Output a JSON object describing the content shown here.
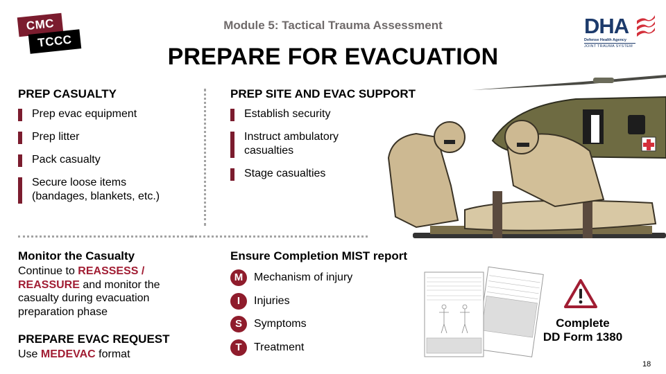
{
  "header": {
    "logo_left": {
      "line1": "CMC",
      "line2": "TCCC"
    },
    "logo_right": {
      "letters": "DHA",
      "subtitle1": "Defense Health Agency",
      "subtitle2": "JOINT TRAUMA SYSTEM"
    },
    "module_title": "Module 5: Tactical Trauma Assessment",
    "main_title": "PREPARE FOR EVACUATION"
  },
  "prep_casualty": {
    "heading": "PREP CASUALTY",
    "items": [
      {
        "label": "Prep evac equipment"
      },
      {
        "label": "Prep litter"
      },
      {
        "label": "Pack casualty"
      },
      {
        "label": "Secure loose items (bandages, blankets, etc.)"
      }
    ]
  },
  "prep_site": {
    "heading": "PREP SITE AND EVAC SUPPORT",
    "items": [
      {
        "label": "Establish security"
      },
      {
        "label": "Instruct ambulatory casualties"
      },
      {
        "label": "Stage casualties"
      }
    ]
  },
  "monitor": {
    "heading": "Monitor the Casualty",
    "text_pre": "Continue to ",
    "text_highlight": "REASSESS / REASSURE",
    "text_post": " and monitor the casualty during evacuation preparation phase"
  },
  "evac_request": {
    "heading": "PREPARE EVAC REQUEST",
    "text_pre": "Use ",
    "text_highlight": "MEDEVAC",
    "text_post": " format"
  },
  "mist": {
    "heading": "Ensure Completion MIST report",
    "items": [
      {
        "letter": "M",
        "label": "Mechanism of injury"
      },
      {
        "letter": "I",
        "label": "Injuries"
      },
      {
        "letter": "S",
        "label": "Symptoms"
      },
      {
        "letter": "T",
        "label": "Treatment"
      }
    ]
  },
  "form_callout": {
    "icon": "warning-triangle-icon",
    "line1": "Complete",
    "line2": "DD Form 1380"
  },
  "illustration": {
    "description": "Soldiers preparing casualty on litter beside medevac helicopter"
  },
  "colors": {
    "accent": "#7b1c2e",
    "highlight": "#a11d33",
    "navy": "#1c3a6b",
    "gray": "#6f6a6a"
  },
  "page_number": "18"
}
